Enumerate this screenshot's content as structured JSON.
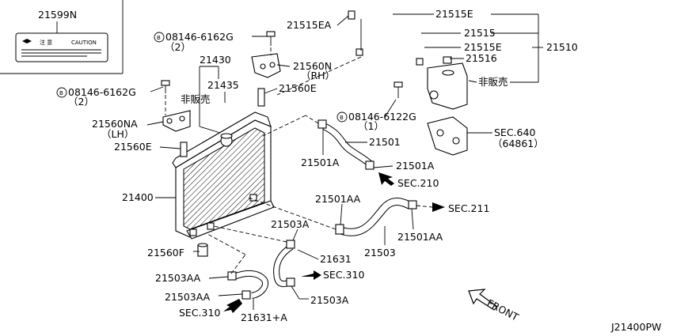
{
  "labels": {
    "p21599N": "21599N",
    "caution_jp": "注 意",
    "caution_en": "CAUTION",
    "bolt_top": "08146-6162G",
    "bolt_top_qty": "（2）",
    "p21430": "21430",
    "p21435": "21435",
    "not_for_sale_1": "非販売",
    "bolt_left": "08146-6162G",
    "bolt_left_qty": "（2）",
    "p21560NA": "21560NA",
    "p21560NA_side": "（LH）",
    "p21560E_left": "21560E",
    "p21515EA": "21515EA",
    "p21515E_top": "21515E",
    "p21515": "21515",
    "p21515E_mid": "21515E",
    "p21510": "21510",
    "p21516": "21516",
    "not_for_sale_2": "非販売",
    "p21560N": "21560N",
    "p21560N_side": "（RH）",
    "p21560E_mid": "21560E",
    "bolt_right": "08146-6122G",
    "bolt_right_qty": "（1）",
    "sec640": "SEC.640",
    "sec640_sub": "（64861）",
    "p21501": "21501",
    "p21501A_left": "21501A",
    "p21501A_right": "21501A",
    "sec210": "SEC.210",
    "p21400": "21400",
    "p21501AA_left": "21501AA",
    "sec211": "SEC.211",
    "p21501AA_right": "21501AA",
    "p21503": "21503",
    "p21503A_top": "21503A",
    "p21631": "21631",
    "p21560F": "21560F",
    "p21503AA_1": "21503AA",
    "p21503AA_2": "21503AA",
    "sec310_right": "SEC.310",
    "sec310_left": "SEC.310",
    "p21631A": "21631+A",
    "p21503A_bottom": "21503A",
    "front": "FRONT",
    "diagram_code": "J21400PW",
    "circle_b": "B"
  }
}
